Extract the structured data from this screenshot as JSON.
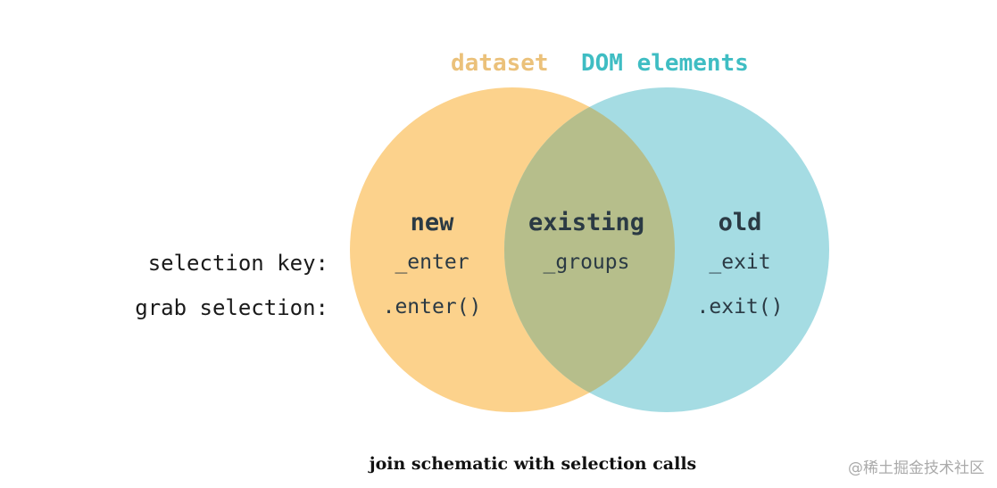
{
  "labels": {
    "dataset": "dataset",
    "dom_elements": "DOM elements"
  },
  "regions": {
    "new": {
      "heading": "new",
      "selection_key": "_enter",
      "grab_selection": ".enter()"
    },
    "existing": {
      "heading": "existing",
      "selection_key": "_groups"
    },
    "old": {
      "heading": "old",
      "selection_key": "_exit",
      "grab_selection": ".exit()"
    }
  },
  "rows": {
    "selection_key": "selection key:",
    "grab_selection": "grab selection:"
  },
  "caption": "join schematic with selection calls",
  "watermark": "@稀土掘金技术社区",
  "colors": {
    "dataset_circle": "#fcd28c",
    "dom_circle": "#a5dce3",
    "overlap": "#b6be8b",
    "dataset_label": "#ebc17a",
    "dom_label": "#3fbdc3"
  }
}
